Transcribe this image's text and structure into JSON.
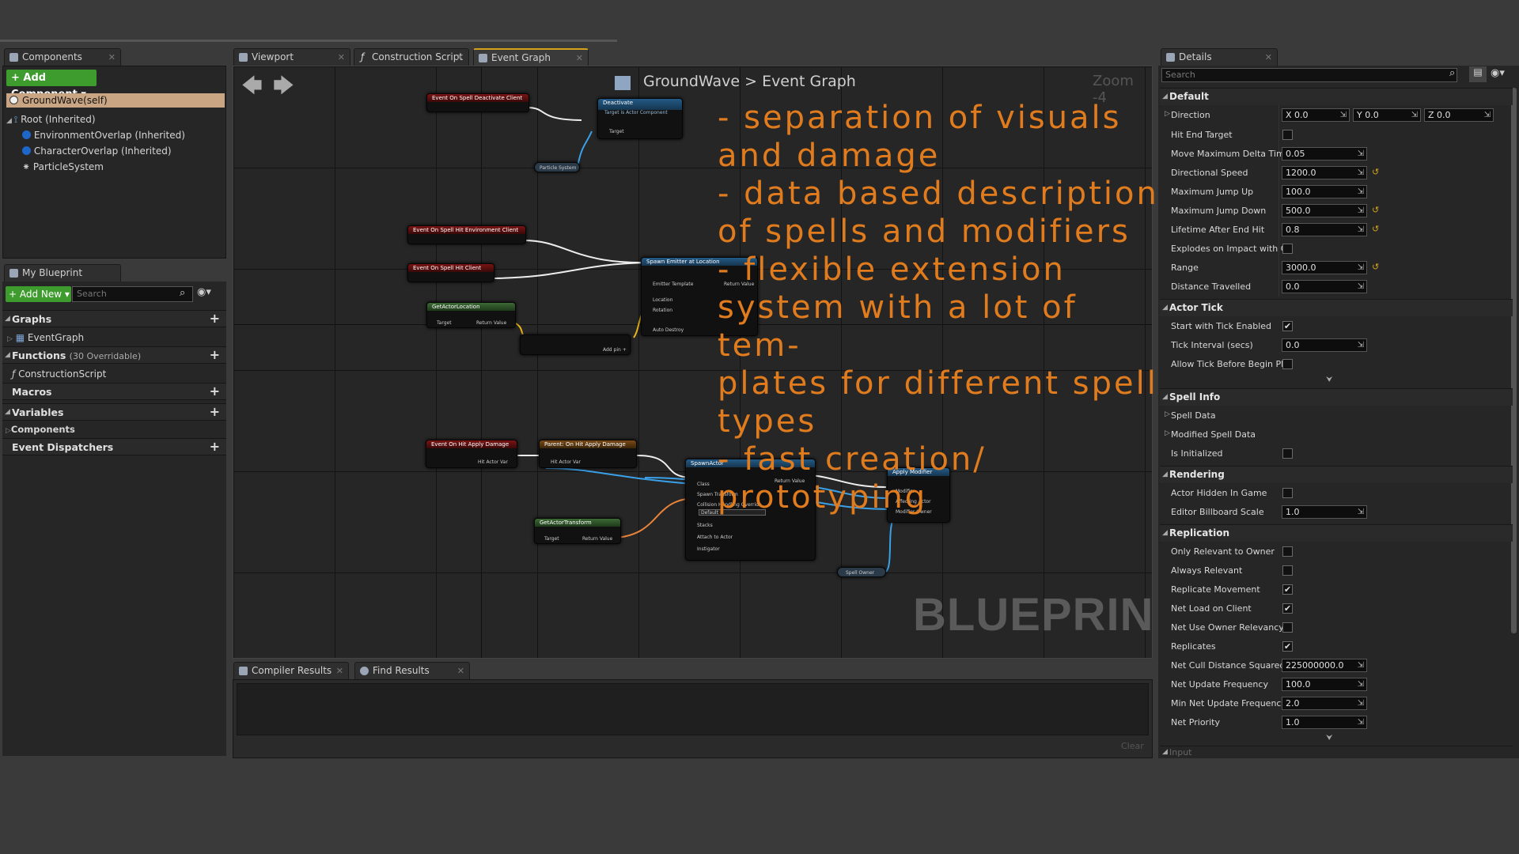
{
  "components_tab": "Components",
  "add_component": "+ Add Component ▾",
  "component_self": "GroundWave(self)",
  "component_tree": [
    "Root (Inherited)",
    "EnvironmentOverlap (Inherited)",
    "CharacterOverlap (Inherited)",
    "ParticleSystem"
  ],
  "my_blueprint_tab": "My Blueprint",
  "add_new": "+ Add New ▾",
  "bp_search_placeholder": "Search",
  "sections": {
    "graphs": "Graphs",
    "event_graph": "EventGraph",
    "functions": "Functions",
    "functions_count": "(30 Overridable)",
    "construction_script": "ConstructionScript",
    "macros": "Macros",
    "variables": "Variables",
    "components": "Components",
    "event_dispatchers": "Event Dispatchers"
  },
  "editor_tabs": [
    "Viewport",
    "Construction Script",
    "Event Graph"
  ],
  "breadcrumb": {
    "root": "GroundWave",
    "sep": ">",
    "current": "Event Graph"
  },
  "zoom": "Zoom -4",
  "watermark": "BLUEPRINT",
  "overlay_text": "- separation of visuals\nand damage\n- data based description\nof spells and modifiers\n- flexible extension\nsystem with a lot of tem-\nplates for different spell\ntypes\n- fast creation/\nprototyping",
  "nodes": {
    "ev_deactivate": "Event On Spell Deactivate Client",
    "deactivate": "Deactivate",
    "deactivate_sub": "Target is Actor Component",
    "target": "Target",
    "particle_system": "Particle System",
    "ev_hit_env": "Event On Spell Hit Environment Client",
    "ev_hit_client": "Event On Spell Hit Client",
    "spawn_emitter": "Spawn Emitter at Location",
    "emitter_template": "Emitter Template",
    "return_value": "Return Value",
    "location": "Location",
    "rotation": "Rotation",
    "auto_destroy": "Auto Destroy",
    "get_actor_location": "GetActorLocation",
    "target_self": "Target",
    "add_pin": "Add pin +",
    "ev_apply_damage": "Event On Hit Apply Damage",
    "parent_apply_damage": "Parent: On Hit Apply Damage",
    "hit_actor_var": "Hit Actor Var",
    "spawn_actor": "SpawnActor",
    "class": "Class",
    "spawn_transform": "Spawn Transform",
    "collision": "Collision Handling Override",
    "default": "Default",
    "stacks": "Stacks",
    "attach_to_actor": "Attach to Actor",
    "instigator": "Instigator",
    "apply_modifier": "Apply Modifier",
    "modifier": "Modifier",
    "affecting_actor": "Affecting Actor",
    "modifier_owner": "Modifier Owner",
    "get_actor_transform": "GetActorTransform",
    "spell_owner": "Spell Owner"
  },
  "bottom_tabs": [
    "Compiler Results",
    "Find Results"
  ],
  "clear": "Clear",
  "details_tab": "Details",
  "details_search_placeholder": "Search",
  "details": {
    "default_section": "Default",
    "direction_label": "Direction",
    "direction": {
      "x": "X 0.0",
      "y": "Y 0.0",
      "z": "Z 0.0"
    },
    "default_rows": [
      {
        "label": "Hit End Target",
        "type": "check",
        "checked": false
      },
      {
        "label": "Move Maximum Delta Tim",
        "type": "num",
        "value": "0.05"
      },
      {
        "label": "Directional Speed",
        "type": "num",
        "value": "1200.0",
        "reset": true
      },
      {
        "label": "Maximum Jump Up",
        "type": "num",
        "value": "100.0"
      },
      {
        "label": "Maximum Jump Down",
        "type": "num",
        "value": "500.0",
        "reset": true
      },
      {
        "label": "Lifetime After End Hit",
        "type": "num",
        "value": "0.8",
        "reset": true
      },
      {
        "label": "Explodes on Impact with Cl",
        "type": "check",
        "checked": false
      },
      {
        "label": "Range",
        "type": "num",
        "value": "3000.0",
        "reset": true
      },
      {
        "label": "Distance Travelled",
        "type": "num",
        "value": "0.0"
      }
    ],
    "actor_tick_section": "Actor Tick",
    "actor_tick_rows": [
      {
        "label": "Start with Tick Enabled",
        "type": "check",
        "checked": true
      },
      {
        "label": "Tick Interval (secs)",
        "type": "num",
        "value": "0.0"
      },
      {
        "label": "Allow Tick Before Begin Pl",
        "type": "check",
        "checked": false
      }
    ],
    "spell_info_section": "Spell Info",
    "spell_info_rows": [
      "Spell Data",
      "Modified Spell Data"
    ],
    "is_initialized": "Is Initialized",
    "rendering_section": "Rendering",
    "rendering_rows": [
      {
        "label": "Actor Hidden In Game",
        "type": "check",
        "checked": false
      },
      {
        "label": "Editor Billboard Scale",
        "type": "num",
        "value": "1.0"
      }
    ],
    "replication_section": "Replication",
    "replication_rows": [
      {
        "label": "Only Relevant to Owner",
        "type": "check",
        "checked": false
      },
      {
        "label": "Always Relevant",
        "type": "check",
        "checked": false
      },
      {
        "label": "Replicate Movement",
        "type": "check",
        "checked": true
      },
      {
        "label": "Net Load on Client",
        "type": "check",
        "checked": true
      },
      {
        "label": "Net Use Owner Relevancy",
        "type": "check",
        "checked": false
      },
      {
        "label": "Replicates",
        "type": "check",
        "checked": true
      },
      {
        "label": "Net Cull Distance Squared",
        "type": "num",
        "value": "225000000.0"
      },
      {
        "label": "Net Update Frequency",
        "type": "num",
        "value": "100.0"
      },
      {
        "label": "Min Net Update Frequency",
        "type": "num",
        "value": "2.0"
      },
      {
        "label": "Net Priority",
        "type": "num",
        "value": "1.0"
      }
    ],
    "input_section": "Input"
  }
}
